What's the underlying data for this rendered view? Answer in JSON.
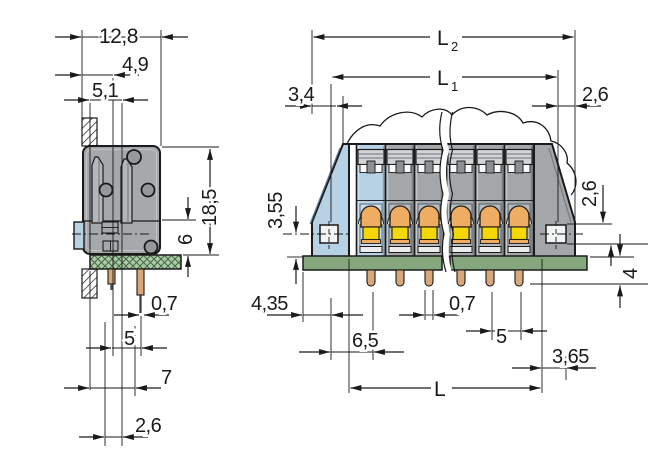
{
  "diagram": {
    "type": "technical-dimension-drawing",
    "subject": "pcb-terminal-block-two-views",
    "left_view": {
      "name": "side-view",
      "dims": {
        "width_overall": "12,8",
        "width_49": "4,9",
        "width_51": "5,1",
        "height_185": "18,5",
        "height_6": "6",
        "pin_width": "0,7",
        "pin_pitch": "5",
        "offset_7": "7",
        "offset_26": "2,6"
      }
    },
    "right_view": {
      "name": "front-view",
      "dims": {
        "L2": {
          "main": "L",
          "sub": "2"
        },
        "L1": {
          "main": "L",
          "sub": "1"
        },
        "pad_34": "3,4",
        "pad_26_top": "2,6",
        "side_355": "3,55",
        "flange_26": "2,6",
        "pin_len_4": "4",
        "edge_435": "4,35",
        "pin_width": "0,7",
        "first_pitch_65": "6,5",
        "pin_pitch_5": "5",
        "end_365": "3,65",
        "L": "L"
      }
    },
    "colors": {
      "line": "#1a1a1a",
      "body_gray": "#a6a9ab",
      "highlight_blue": "#b8d2e5",
      "actuator_orange": "#eead62",
      "spring_yellow": "#f4d800",
      "pcb_green": "#86a77e",
      "pin_tan": "#d9a878"
    }
  }
}
